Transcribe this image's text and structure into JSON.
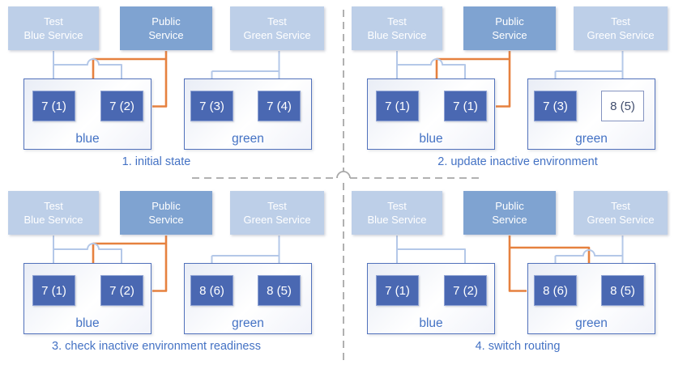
{
  "colors": {
    "pod_fill": "#4a68b2",
    "public_service_fill": "#7fa3d1",
    "test_service_fill": "#bdcfe8",
    "service_text": "#ffffff",
    "env_border": "#5272bc",
    "env_label_text": "#4472c4",
    "caption_text": "#4472c4",
    "public_route_arrow": "#e6813f",
    "test_route_arrow": "#b4c8e8",
    "new_pod_border": "#8493c0",
    "new_pod_text": "#414e6e",
    "divider": "#a8a8a8"
  },
  "panels": [
    {
      "caption": "1. initial state",
      "services": {
        "test_blue": "Test\nBlue Service",
        "public": "Public\nService",
        "test_green": "Test\nGreen Service"
      },
      "blue_env": {
        "label": "blue",
        "pods": [
          {
            "label": "7 (1)"
          },
          {
            "label": "7 (2)"
          }
        ]
      },
      "green_env": {
        "label": "green",
        "pods": [
          {
            "label": "7 (3)"
          },
          {
            "label": "7 (4)"
          }
        ]
      },
      "public_routes_to": "blue"
    },
    {
      "caption": "2. update inactive environment",
      "services": {
        "test_blue": "Test\nBlue Service",
        "public": "Public\nService",
        "test_green": "Test\nGreen Service"
      },
      "blue_env": {
        "label": "blue",
        "pods": [
          {
            "label": "7 (1)"
          },
          {
            "label": "7 (1)"
          }
        ]
      },
      "green_env": {
        "label": "green",
        "pods": [
          {
            "label": "7 (3)"
          },
          {
            "label": "8 (5)",
            "outlined": true
          }
        ]
      },
      "public_routes_to": "blue"
    },
    {
      "caption": "3. check inactive environment readiness",
      "services": {
        "test_blue": "Test\nBlue Service",
        "public": "Public\nService",
        "test_green": "Test\nGreen Service"
      },
      "blue_env": {
        "label": "blue",
        "pods": [
          {
            "label": "7 (1)"
          },
          {
            "label": "7 (2)"
          }
        ]
      },
      "green_env": {
        "label": "green",
        "pods": [
          {
            "label": "8 (6)"
          },
          {
            "label": "8 (5)"
          }
        ]
      },
      "public_routes_to": "blue"
    },
    {
      "caption": "4. switch routing",
      "services": {
        "test_blue": "Test\nBlue Service",
        "public": "Public\nService",
        "test_green": "Test\nGreen Service"
      },
      "blue_env": {
        "label": "blue",
        "pods": [
          {
            "label": "7 (1)"
          },
          {
            "label": "7 (2)"
          }
        ]
      },
      "green_env": {
        "label": "green",
        "pods": [
          {
            "label": "8 (6)"
          },
          {
            "label": "8 (5)"
          }
        ]
      },
      "public_routes_to": "green"
    }
  ]
}
